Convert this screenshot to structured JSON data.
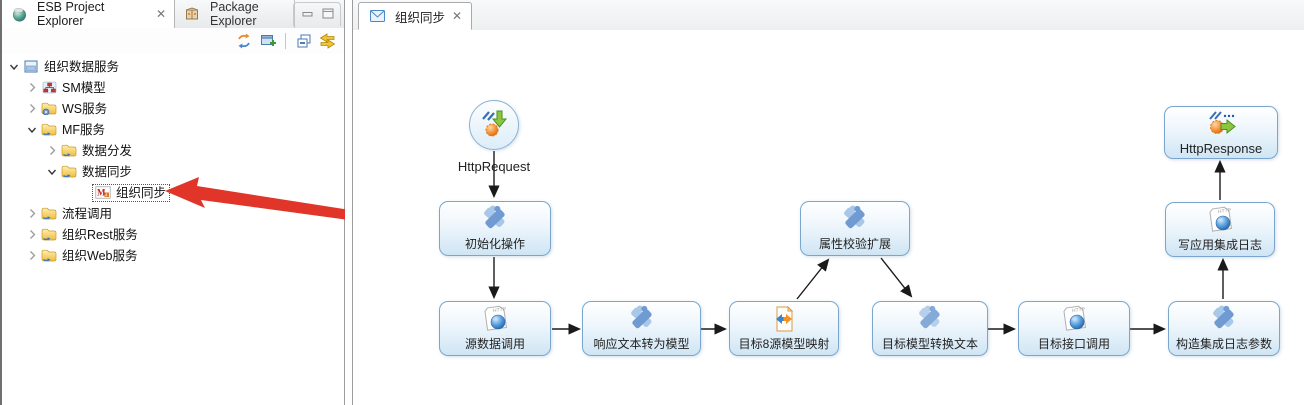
{
  "left_panel": {
    "tabs": [
      {
        "label": "ESB Project Explorer",
        "icon": "globe-icon",
        "closable": true,
        "active": true
      },
      {
        "label": "Package Explorer",
        "icon": "package-icon",
        "closable": false,
        "active": false
      }
    ],
    "toolbar_icons": [
      "sync-icon",
      "new-view-icon",
      "collapse-all-icon",
      "link-with-editor-icon"
    ],
    "window_icons": [
      "minimize-icon",
      "maximize-icon"
    ],
    "tree": [
      {
        "label": "组织数据服务",
        "depth": 0,
        "state": "expanded",
        "icon": "project-icon"
      },
      {
        "label": "SM模型",
        "depth": 1,
        "state": "collapsed",
        "icon": "model-icon"
      },
      {
        "label": "WS服务",
        "depth": 1,
        "state": "collapsed",
        "icon": "folder-gear-icon"
      },
      {
        "label": "MF服务",
        "depth": 1,
        "state": "expanded",
        "icon": "folder-sync-icon"
      },
      {
        "label": "数据分发",
        "depth": 2,
        "state": "collapsed",
        "icon": "folder-sync-icon"
      },
      {
        "label": "数据同步",
        "depth": 2,
        "state": "expanded",
        "icon": "folder-sync-icon"
      },
      {
        "label": "组织同步",
        "depth": 3,
        "state": "leaf",
        "icon": "mf-file-icon",
        "selected": true,
        "annotated_by_red_arrow": true
      },
      {
        "label": "流程调用",
        "depth": 1,
        "state": "collapsed",
        "icon": "folder-sync-icon"
      },
      {
        "label": "组织Rest服务",
        "depth": 1,
        "state": "collapsed",
        "icon": "folder-sync-icon"
      },
      {
        "label": "组织Web服务",
        "depth": 1,
        "state": "collapsed",
        "icon": "folder-sync-icon"
      }
    ]
  },
  "editor": {
    "tab": {
      "label": "组织同步",
      "icon": "flow-file-icon",
      "closable": true
    },
    "flow": {
      "nodes": [
        {
          "label": "HttpRequest",
          "type": "start"
        },
        {
          "label": "初始化操作",
          "type": "component"
        },
        {
          "label": "源数据调用",
          "type": "http-call"
        },
        {
          "label": "响应文本转为模型",
          "type": "component"
        },
        {
          "label": "目标8源模型映射",
          "type": "mapping"
        },
        {
          "label": "属性校验扩展",
          "type": "component"
        },
        {
          "label": "目标模型转换文本",
          "type": "component"
        },
        {
          "label": "目标接口调用",
          "type": "http-call"
        },
        {
          "label": "构造集成日志参数",
          "type": "component"
        },
        {
          "label": "写应用集成日志",
          "type": "http-call"
        },
        {
          "label": "HttpResponse",
          "type": "end"
        }
      ],
      "edges": [
        [
          0,
          1
        ],
        [
          1,
          2
        ],
        [
          2,
          3
        ],
        [
          3,
          4
        ],
        [
          4,
          5
        ],
        [
          5,
          6
        ],
        [
          6,
          7
        ],
        [
          7,
          8
        ],
        [
          8,
          9
        ],
        [
          9,
          10
        ]
      ]
    }
  },
  "colors": {
    "node_border": "#7aa6cd",
    "node_fill_bottom": "#cfe5f4",
    "annotation_red": "#e03528",
    "edge_black": "#1a1a1a",
    "folder_yellow": "#f4c842",
    "link_arrow_yellow": "#e8b820"
  }
}
